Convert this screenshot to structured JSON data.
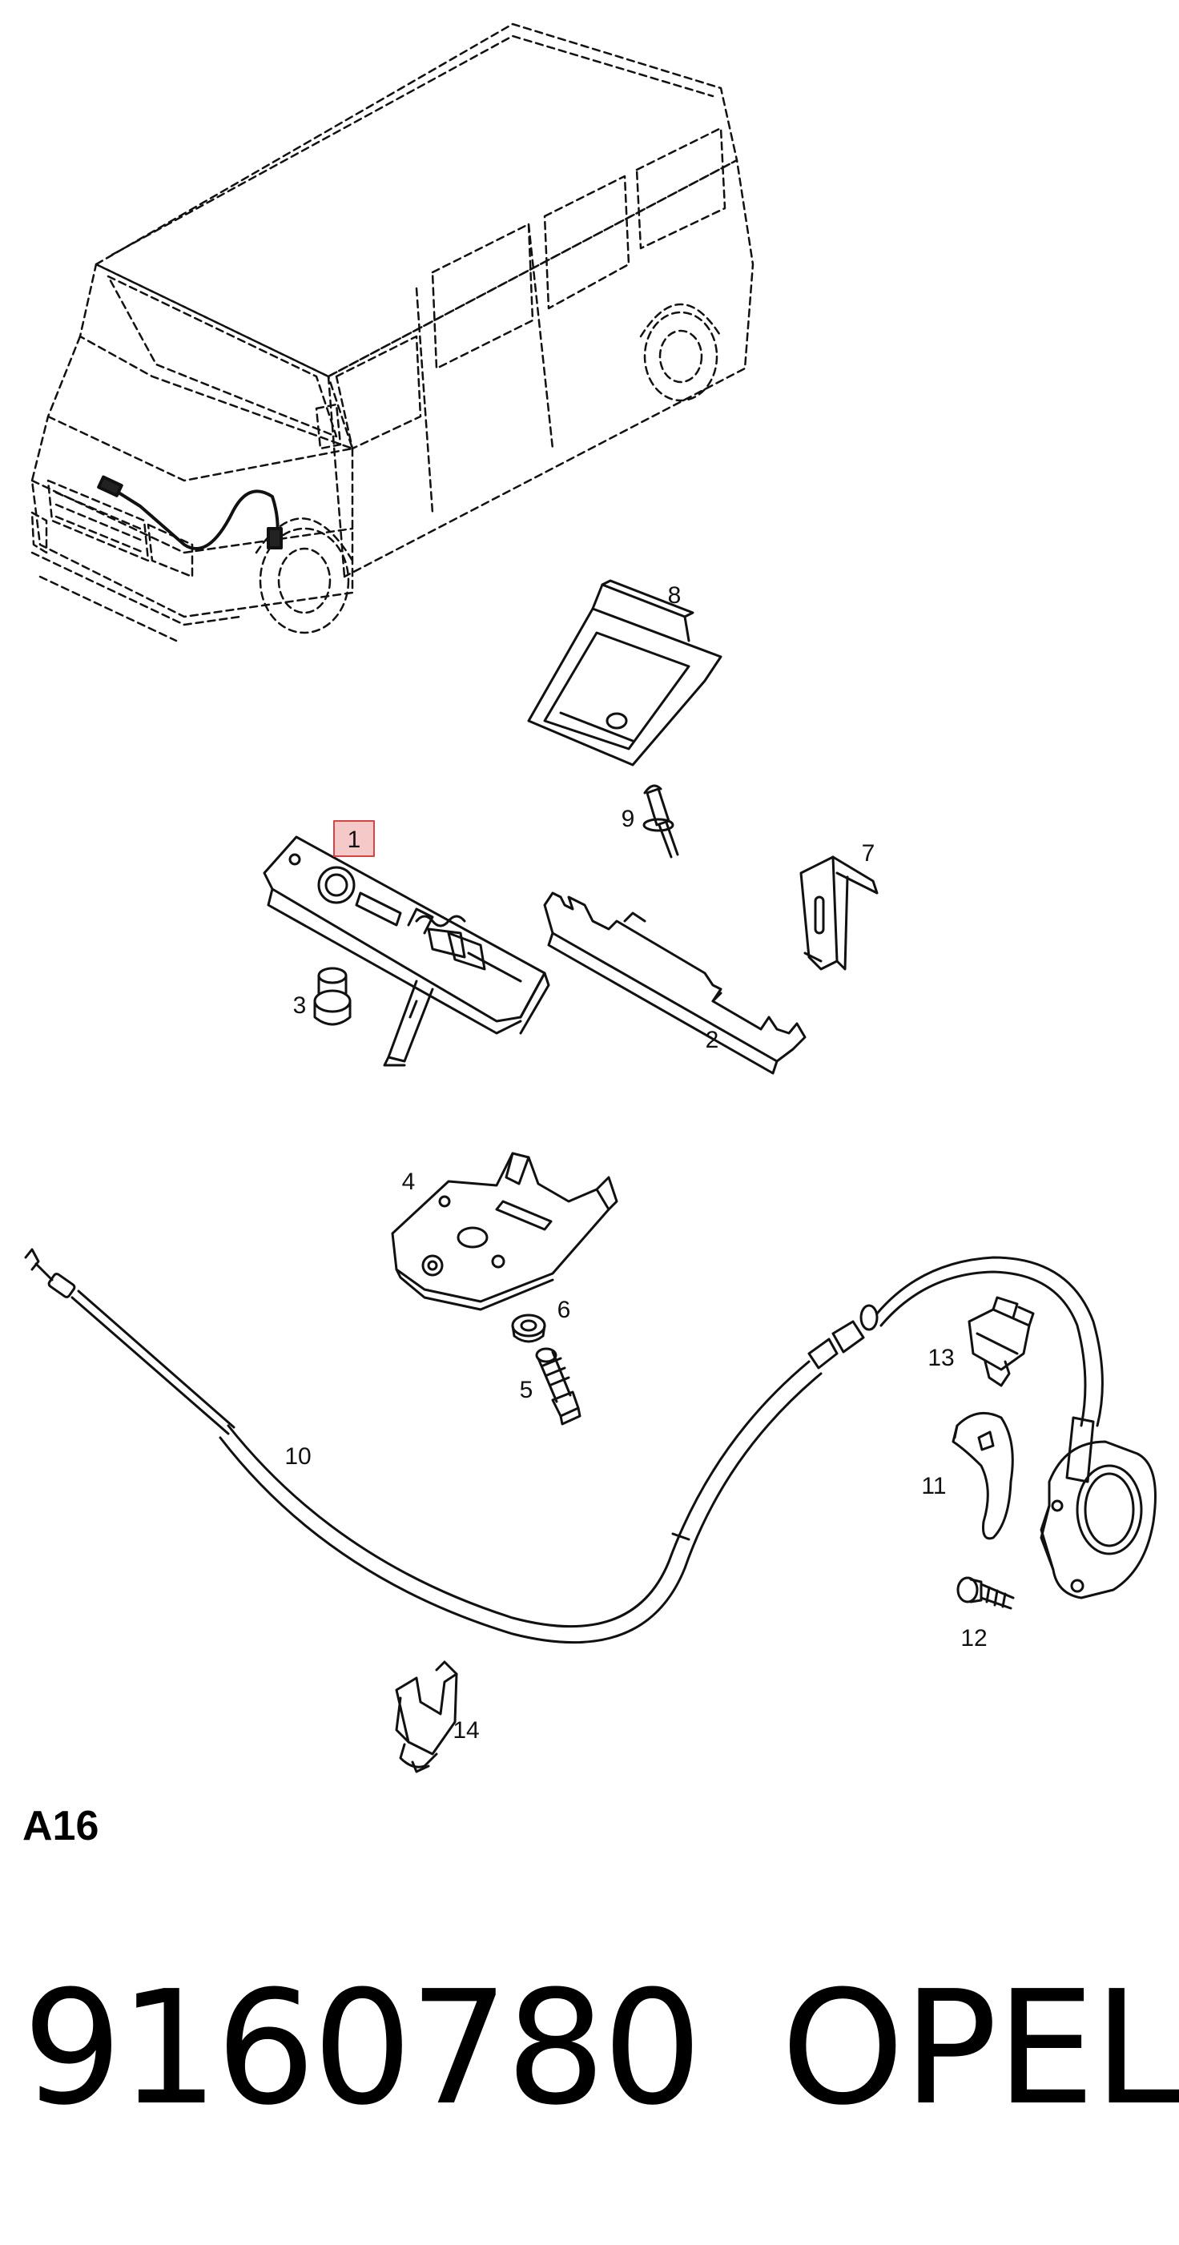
{
  "diagram": {
    "callouts": [
      {
        "id": "1",
        "text": "1",
        "highlighted": true
      },
      {
        "id": "2",
        "text": "2"
      },
      {
        "id": "3",
        "text": "3"
      },
      {
        "id": "4",
        "text": "4"
      },
      {
        "id": "5",
        "text": "5"
      },
      {
        "id": "6",
        "text": "6"
      },
      {
        "id": "7",
        "text": "7"
      },
      {
        "id": "8",
        "text": "8"
      },
      {
        "id": "9",
        "text": "9"
      },
      {
        "id": "10",
        "text": "10"
      },
      {
        "id": "11",
        "text": "11"
      },
      {
        "id": "12",
        "text": "12"
      },
      {
        "id": "13",
        "text": "13"
      },
      {
        "id": "14",
        "text": "14"
      }
    ],
    "highlight_color": "#d64545"
  },
  "footer": {
    "section_code": "A16",
    "part_number": "9160780",
    "brand": "OPEL"
  }
}
